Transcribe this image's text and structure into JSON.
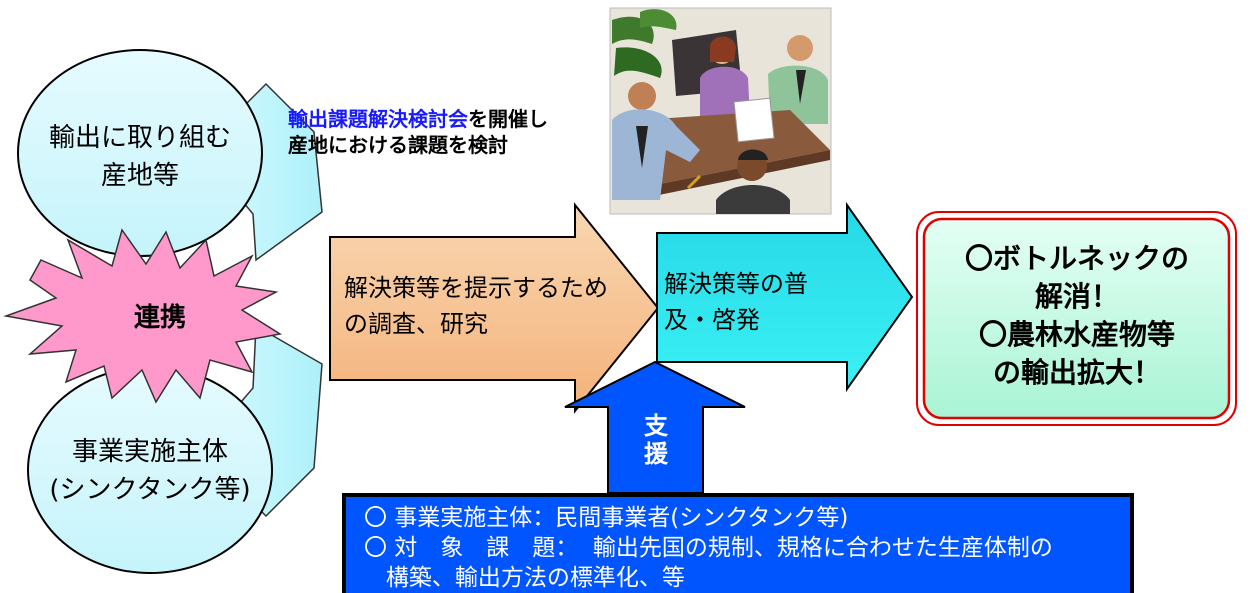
{
  "heading": {
    "highlight": "輸出課題解決検討会",
    "line1_rest": "を開催し",
    "line2": "産地における課題を検討"
  },
  "ellipses": {
    "top_line1": "輸出に取り組む",
    "top_line2": "産地等",
    "bottom_line1": "事業実施主体",
    "bottom_line2": "(シンクタンク等)"
  },
  "burst": {
    "label": "連携"
  },
  "arrows": {
    "research_line1": "解決策等を提示するため",
    "research_line2": "の調査、研究",
    "spread_line1": "解決策等の普",
    "spread_line2": "及・啓発"
  },
  "support": {
    "char1": "支",
    "char2": "援"
  },
  "result": {
    "line1": "〇ボトルネックの",
    "line2": "解消！",
    "line3": "〇農林水産物等",
    "line4": "の輸出拡大！"
  },
  "bottom_box": {
    "line1": "〇 事業実施主体：民間事業者(シンクタンク等)",
    "line2": "〇 対　象　課　題：  輸出先国の規制、規格に合わせた生産体制の",
    "line3": "   構築、輸出方法の標準化、等"
  },
  "colors": {
    "ellipse_fill": "#dcfbff",
    "burst_fill": "#ff99cc",
    "research_arrow": "#fcc690",
    "spread_arrow": "#33e6ee",
    "support_arrow": "#0055ff",
    "result_fill": "#c6ffe6"
  },
  "icons": {
    "meeting": "business-meeting-clipart"
  }
}
